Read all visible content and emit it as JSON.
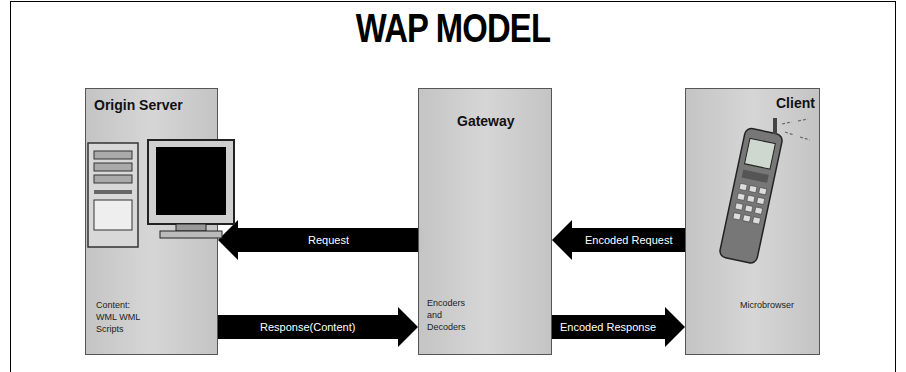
{
  "diagram": {
    "title": "WAP MODEL",
    "nodes": [
      {
        "text": [
          "Origin Server",
          "Content: WML WML Scripts"
        ]
      },
      {
        "text": [
          "Gateway",
          "Encoders and Decoders"
        ]
      },
      {
        "text": [
          "Client",
          "Microbrowser"
        ]
      }
    ],
    "edges": [
      {
        "from": 1,
        "to": 0,
        "label": "Request",
        "arrow": "to"
      },
      {
        "from": 0,
        "to": 1,
        "label": "Response(Content)",
        "arrow": "to"
      },
      {
        "from": 2,
        "to": 1,
        "label": "Encoded Request",
        "arrow": "to"
      },
      {
        "from": 1,
        "to": 2,
        "label": "Encoded Response",
        "arrow": "to"
      }
    ]
  }
}
